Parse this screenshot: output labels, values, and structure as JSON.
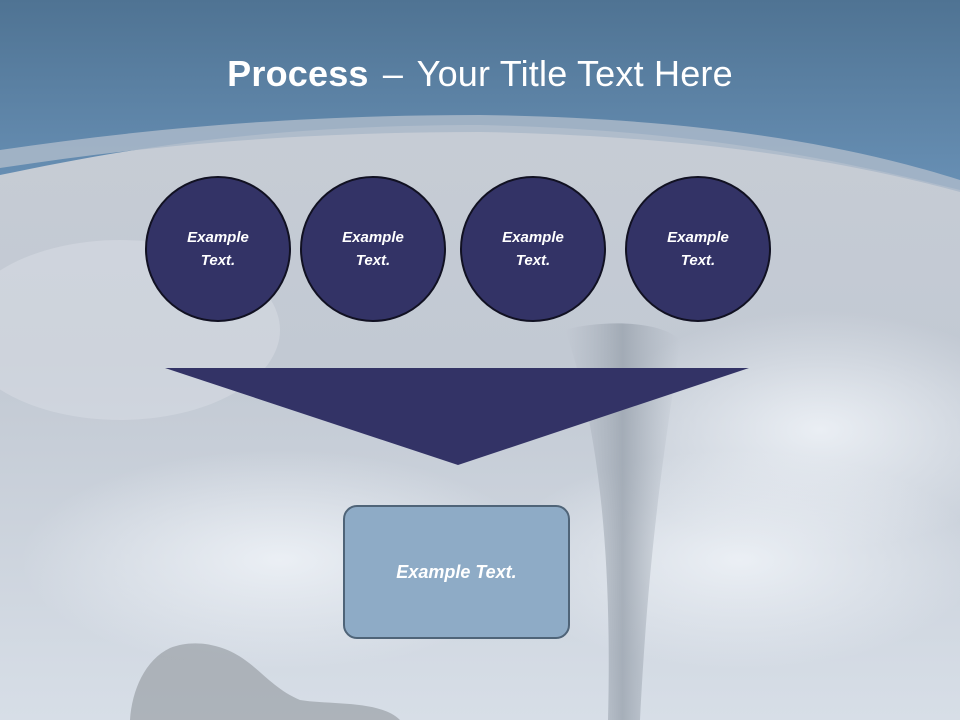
{
  "title": {
    "bold": "Process",
    "separator": "–",
    "rest": "Your Title Text Here"
  },
  "circles": [
    {
      "label": "Example Text."
    },
    {
      "label": "Example Text."
    },
    {
      "label": "Example Text."
    },
    {
      "label": "Example Text."
    }
  ],
  "result": {
    "label": "Example Text."
  },
  "colors": {
    "header": "#5f87ab",
    "circle_fill": "#333366",
    "arrow_fill": "#333366",
    "result_fill": "#8eabc6"
  }
}
